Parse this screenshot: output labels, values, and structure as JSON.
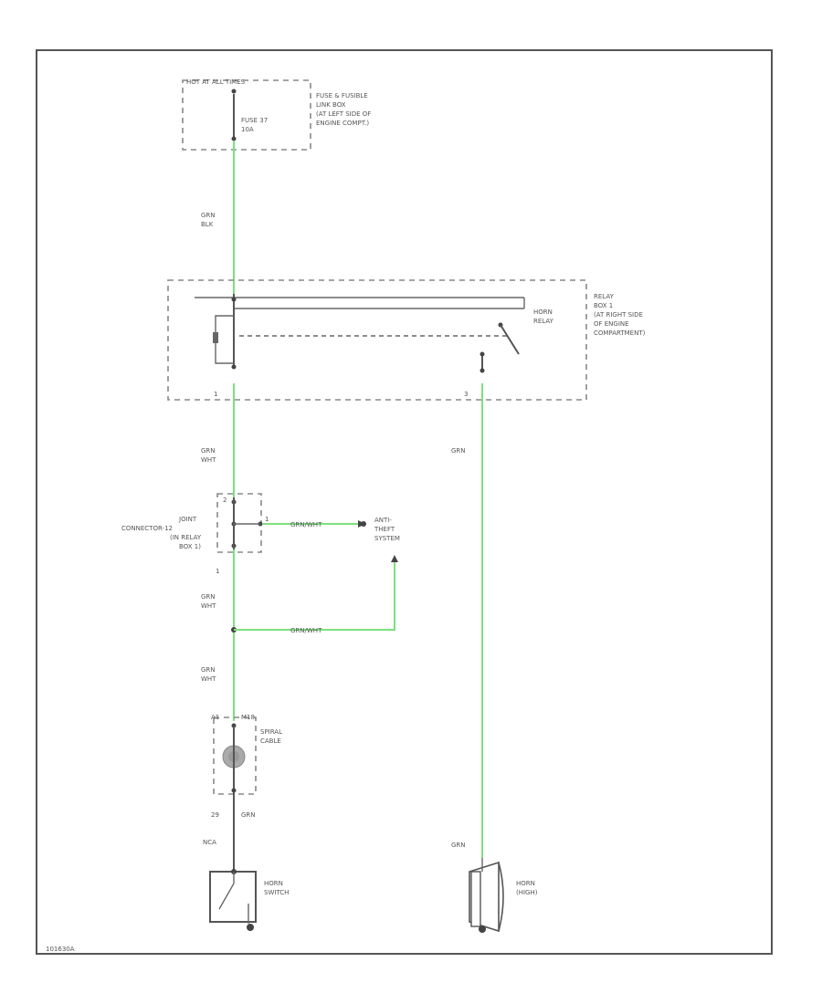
{
  "power_source": {
    "hot_label": "HOT AT ALL TIMES",
    "fuse_label": "FUSE 37",
    "fuse_rating": "10A",
    "box_lines": [
      "FUSE & FUSIBLE",
      "LINK BOX",
      "(AT LEFT SIDE OF",
      "ENGINE COMPT.)"
    ]
  },
  "wires": {
    "w1_color": "GRN",
    "w1_tracer": "BLK",
    "w2_color": "GRN",
    "w2_tracer": "WHT",
    "w3_color": "GRN",
    "w3_tracer": "WHT",
    "w4_color": "GRN",
    "w4_tracer": "WHT",
    "relay_out": "GRN",
    "horn_in": "GRN",
    "anti_theft_1": "GRN/WHT",
    "anti_theft_2": "GRN/WHT",
    "switch_top": "GRN",
    "switch_bottom": "NCA"
  },
  "relay": {
    "name_lines": [
      "HORN",
      "RELAY"
    ],
    "box_lines": [
      "RELAY",
      "BOX 1",
      "(AT RIGHT SIDE",
      "OF ENGINE",
      "COMPARTMENT)"
    ],
    "pin_left": "1",
    "pin_right": "3"
  },
  "joint": {
    "lines": [
      "JOINT",
      "CONNECTOR-12",
      "(IN RELAY",
      "BOX 1)"
    ],
    "pin_top": "2",
    "pin_mid": "1",
    "pin_bottom": "1"
  },
  "anti_theft": {
    "lines": [
      "ANTI-",
      "THEFT",
      "SYSTEM"
    ]
  },
  "spiral": {
    "connector": "M18",
    "pin_top": "A1",
    "pin_bottom": "29",
    "lines": [
      "SPIRAL",
      "CABLE"
    ]
  },
  "horn_switch": {
    "lines": [
      "HORN",
      "SWITCH"
    ]
  },
  "horn": {
    "lines": [
      "HORN",
      "(HIGH)"
    ]
  },
  "diagram_id": "101630A"
}
